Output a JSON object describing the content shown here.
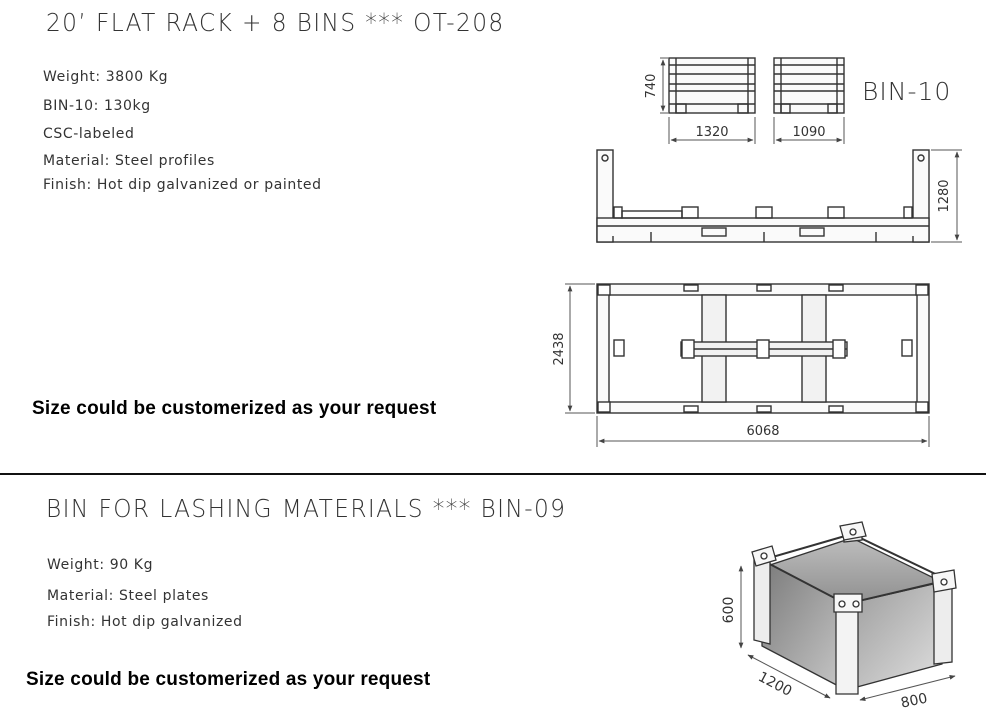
{
  "section_top": {
    "title": "20’ FLAT RACK + 8 BINS *** OT-208",
    "specs": [
      "Weight:  3800  Kg",
      "BIN-10:  130kg",
      "CSC-labeled",
      "Material:  Steel  profiles",
      "Finish:  Hot  dip  galvanized  or  painted"
    ],
    "note": "Size could be customerized as your request",
    "bin_label": "BIN-10",
    "dims": {
      "bin_height": "740",
      "bin_length": "1320",
      "bin_width": "1090",
      "rack_height": "1280",
      "rack_width": "2438",
      "rack_length": "6068"
    }
  },
  "section_bottom": {
    "title": "BIN FOR LASHING MATERIALS *** BIN-09",
    "specs": [
      "Weight:  90  Kg",
      "Material:  Steel  plates",
      "Finish:  Hot  dip  galvanized"
    ],
    "note": "Size could be customerized as your request",
    "dims": {
      "height": "600",
      "length": "1200",
      "width": "800"
    }
  },
  "colors": {
    "line": "#333333",
    "dim_line": "#555555",
    "bin_fill_dark": "#8c8c8c",
    "bin_fill_light": "#d9d9d9"
  }
}
